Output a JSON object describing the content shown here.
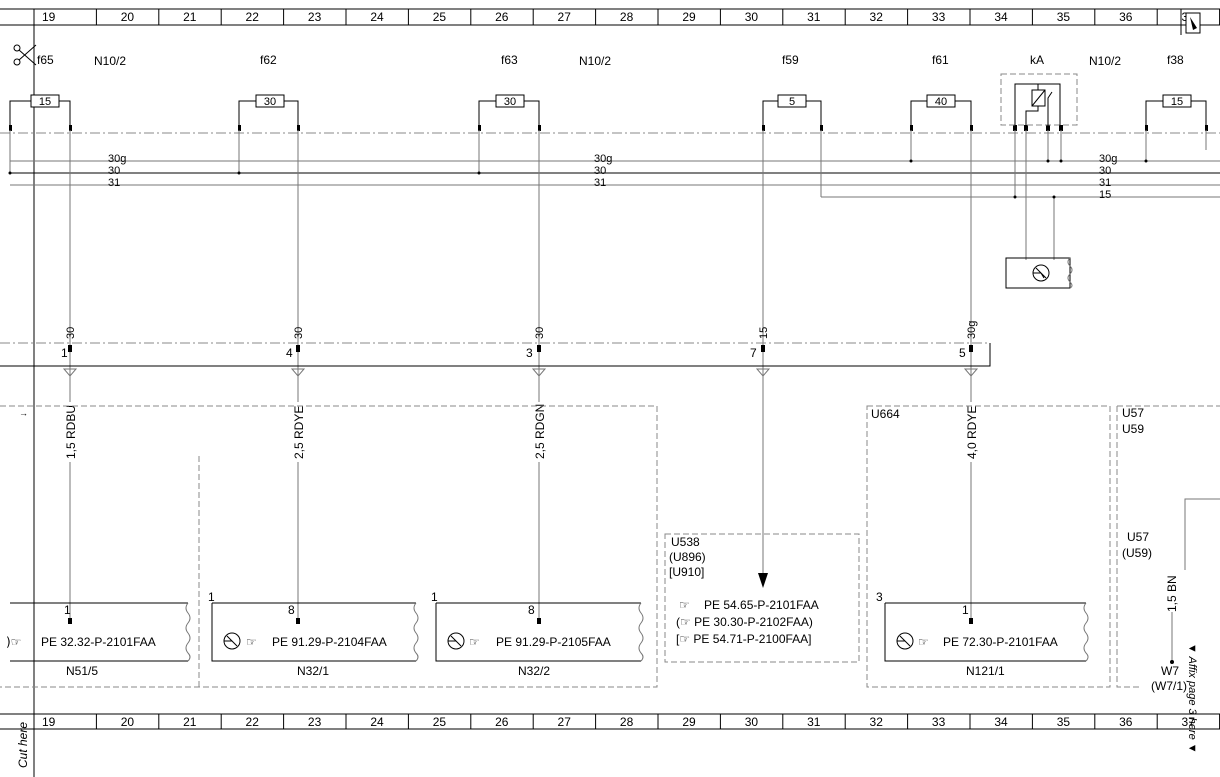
{
  "grid_columns": [
    "19",
    "20",
    "21",
    "22",
    "23",
    "24",
    "25",
    "26",
    "27",
    "28",
    "29",
    "30",
    "31",
    "32",
    "33",
    "34",
    "35",
    "36",
    "37"
  ],
  "side_texts": {
    "cut_here": "Cut here",
    "affix_page": "▼ Affix page 3 here ▼"
  },
  "top_labels": [
    "f65",
    "N10/2",
    "f62",
    "f63",
    "N10/2",
    "f59",
    "f61",
    "kA",
    "N10/2",
    "f38"
  ],
  "fuses": [
    "15",
    "30",
    "30",
    "5",
    "40",
    "15"
  ],
  "bus_labels": {
    "left": [
      "30g",
      "30",
      "31"
    ],
    "mid": [
      "30g",
      "30",
      "31"
    ],
    "right": [
      "30g",
      "30",
      "31",
      "15"
    ]
  },
  "wire_terminals": [
    "30",
    "30",
    "30",
    "15",
    "30g"
  ],
  "connector_pins": [
    "1",
    "4",
    "3",
    "7",
    "5"
  ],
  "wire_labels": [
    "1,5 RDBU",
    "2,5 RDYE",
    "2,5 RDGN",
    "4,0 RDYE",
    "1,5 BN"
  ],
  "module_pins": {
    "m1": "1",
    "m2a": "1",
    "m2b": "8",
    "m3a": "1",
    "m3b": "8",
    "m4a": "3",
    "m4b": "1"
  },
  "module_refs": [
    "PE 32.32-P-2101FAA",
    "PE 91.29-P-2104FAA",
    "PE 91.29-P-2105FAA",
    "PE 72.30-P-2101FAA"
  ],
  "module_names": [
    "N51/5",
    "N32/1",
    "N32/2",
    "N121/1"
  ],
  "u538_box": {
    "codes": [
      "U538",
      "(U896)",
      "[U910]"
    ],
    "refs": [
      "PE 54.65-P-2101FAA",
      "(☞ PE 30.30-P-2102FAA)",
      "[☞ PE 54.71-P-2100FAA]"
    ]
  },
  "option_codes": {
    "u664": "U664",
    "u57a": "U57",
    "u59a": "U59",
    "u57b": "U57",
    "u59b": "(U59)"
  },
  "w7": {
    "name": "W7",
    "alt": "(W7/1)"
  },
  "icons": {
    "pointer": "pointing-hand-icon",
    "transistor": "transistor-icon",
    "scissors": "scissors-icon"
  }
}
